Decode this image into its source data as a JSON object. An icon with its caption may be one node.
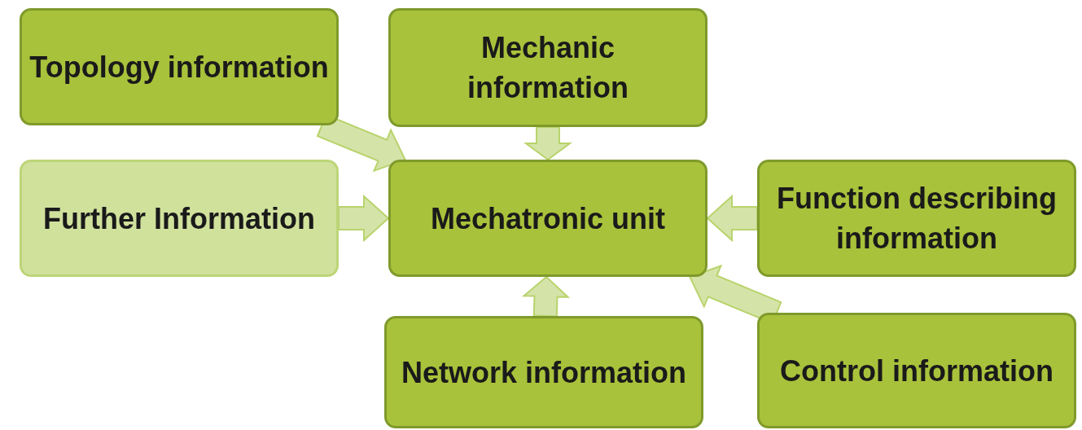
{
  "diagram": {
    "nodes": [
      {
        "text": [
          "Topology information"
        ]
      },
      {
        "text": [
          "Mechanic information"
        ]
      },
      {
        "text": [
          "Further Information"
        ]
      },
      {
        "text": [
          "Mechatronic unit"
        ]
      },
      {
        "text": [
          "Function describing information"
        ]
      },
      {
        "text": [
          "Network information"
        ]
      },
      {
        "text": [
          "Control information"
        ]
      }
    ],
    "edges": [
      {
        "from": 0,
        "to": 3,
        "arrow": "to"
      },
      {
        "from": 1,
        "to": 3,
        "arrow": "to"
      },
      {
        "from": 2,
        "to": 3,
        "arrow": "to"
      },
      {
        "from": 4,
        "to": 3,
        "arrow": "to"
      },
      {
        "from": 5,
        "to": 3,
        "arrow": "to"
      },
      {
        "from": 6,
        "to": 3,
        "arrow": "to"
      }
    ]
  }
}
